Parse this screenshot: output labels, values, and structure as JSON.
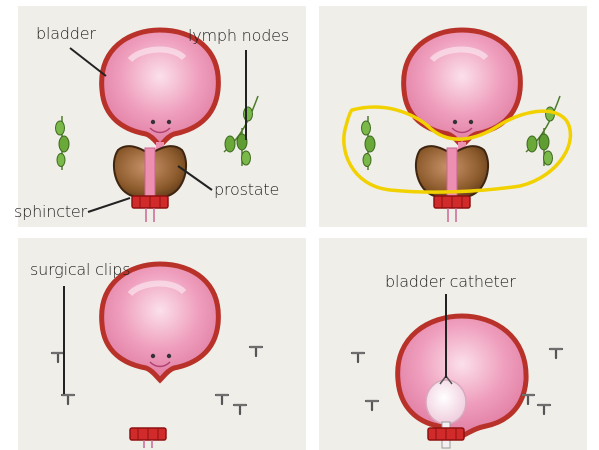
{
  "panels": [
    {
      "labels": {
        "bladder": "bladder",
        "lymph_nodes": "lymph nodes",
        "prostate": "prostate",
        "sphincter": "sphincter"
      }
    },
    {
      "labels": {}
    },
    {
      "labels": {
        "surgical_clips": "surgical clips"
      }
    },
    {
      "labels": {
        "bladder_catheter": "bladder catheter"
      }
    }
  ],
  "colors": {
    "panel_bg": "#efeee9",
    "bladder_wall": "#c0392f",
    "bladder_fill": "#ea8fb0",
    "prostate": "#8b5a2b",
    "sphincter": "#d12a2a",
    "lymph_node": "#6aa83a",
    "highlight": "#f2d100",
    "catheter": "#f7e6ee"
  }
}
